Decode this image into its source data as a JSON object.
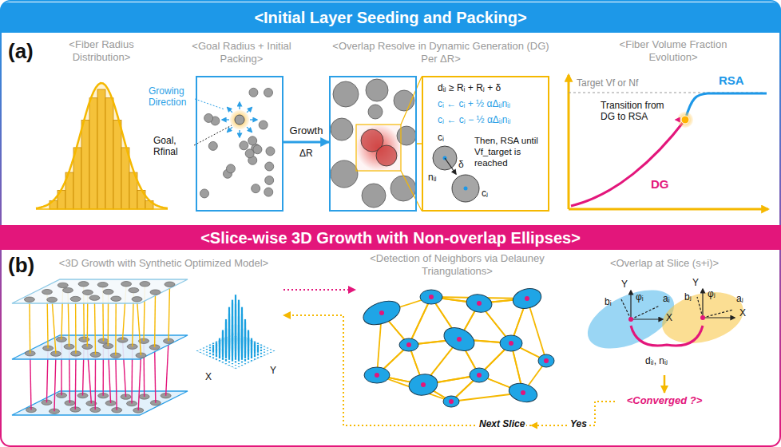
{
  "diagram": {
    "nodes": [
      {
        "text": [
          "<Initial Layer Seeding and Packing>"
        ]
      },
      {
        "text": [
          "<Fiber Radius Distribution>"
        ]
      },
      {
        "text": [
          "<Goal Radius + Initial Packing>"
        ]
      },
      {
        "text": [
          "<Overlap Resolve in Dynamic Generation (DG) Per ΔR>"
        ]
      },
      {
        "text": [
          "dᵢⱼ ≥ Rᵢ + Rⱼ + δ",
          "cᵢ ← cᵢ + ½ αΔᵢⱼnᵢⱼ",
          "cⱼ ← cⱼ − ½ αΔᵢⱼnᵢⱼ",
          "Then, RSA until Vf_target is reached"
        ]
      },
      {
        "text": [
          "<Fiber Volume Fraction Evolution>"
        ]
      },
      {
        "text": [
          "<Slice-wise 3D Growth with Non-overlap Ellipses>"
        ]
      },
      {
        "text": [
          "<3D Growth with Synthetic Optimized Model>"
        ]
      },
      {
        "text": [
          "<Detection of Neighbors via Delauney Triangulations>"
        ]
      },
      {
        "text": [
          "<Overlap at Slice (s+i)>"
        ]
      },
      {
        "text": [
          "<Converged ?>"
        ]
      }
    ],
    "edges": [
      {
        "from": 2,
        "to": 3,
        "arrow": "to",
        "label": "Growth"
      },
      {
        "from": 3,
        "to": 4,
        "arrow": "none"
      },
      {
        "from": 7,
        "to": 8,
        "arrow": "to"
      },
      {
        "from": 9,
        "to": 10,
        "arrow": "to"
      },
      {
        "from": 10,
        "to": 7,
        "arrow": "to",
        "label": "Yes"
      }
    ],
    "labels": [
      "(a)",
      "Growing Direction",
      "Goal, Rfinal",
      "ΔR",
      "cᵢ",
      "nᵢⱼ",
      "cⱼ",
      "δ",
      "Target Vf or Nf",
      "Transition from DG to RSA",
      "RSA",
      "DG",
      "(b)",
      "X",
      "Y",
      "Y",
      "φᵢ",
      "aᵢ",
      "bᵢ",
      "X",
      "Y",
      "φⱼ",
      "aⱼ",
      "bⱼ",
      "X",
      "dᵢⱼ, nᵢⱼ",
      "Next Slice"
    ]
  }
}
